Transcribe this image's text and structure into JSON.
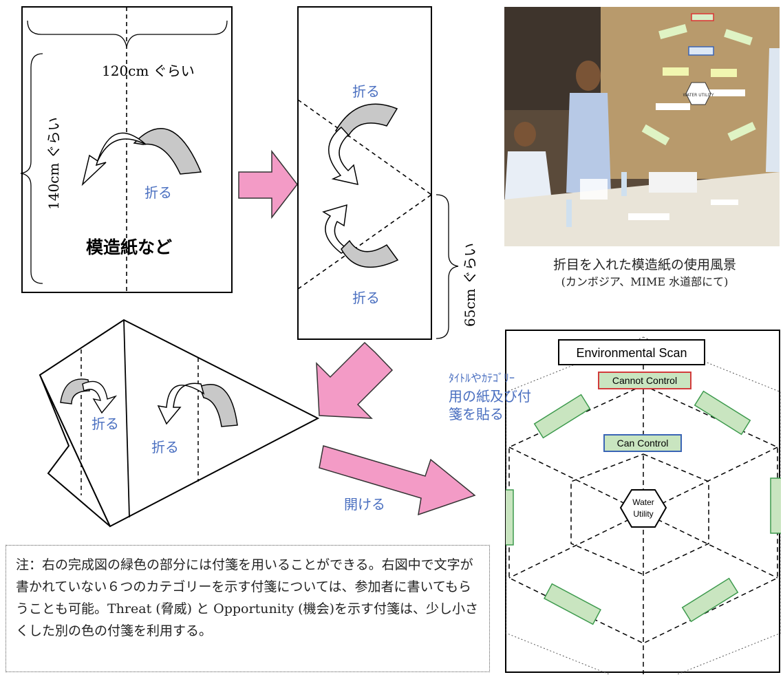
{
  "labels": {
    "width_note": "120cm ぐらい",
    "height_note": "140cm ぐらい",
    "fold_1": "折る",
    "paper_name": "模造紙など",
    "fold_2_top": "折る",
    "fold_2_bottom": "折る",
    "length_65": "65cm ぐらい",
    "fold_3_left": "折る",
    "fold_3_right": "折る",
    "open": "開ける"
  },
  "photo": {
    "caption_line1": "折目を入れた模造紙の使用風景",
    "caption_line2": "(カンボジア、MIME 水道部にて)",
    "center_label": "WATER UTILITY"
  },
  "diagram": {
    "title": "Environmental Scan",
    "cannot_control": "Cannot Control",
    "can_control": "Can Control",
    "center_line1": "Water",
    "center_line2": "Utility",
    "side_note_line1": "ﾀｲﾄﾙやｶﾃｺﾞﾘｰ",
    "side_note_line2": "用の紙及び付",
    "side_note_line3": "箋を貼る"
  },
  "note_text": "注：右の完成図の緑色の部分には付箋を用いることができる。右図中で文字が書かれていない６つのカテゴリーを示す付箋については、参加者に書いてもらうことも可能。Threat (脅威) と Opportunity (機会)を示す付箋は、少し小さくした別の色の付箋を利用する。",
  "colors": {
    "arrow_pink": "#f39bc6",
    "arrow_pink_stroke": "#333333",
    "fold_blue": "#4a6fc0",
    "sticky_green": "#c9e5c0",
    "sticky_green_stroke": "#3d9a4d",
    "cannot_control_border": "#d23b3b",
    "can_control_border": "#3a64b5",
    "fold_arrow_gray": "#c8c8c8"
  }
}
